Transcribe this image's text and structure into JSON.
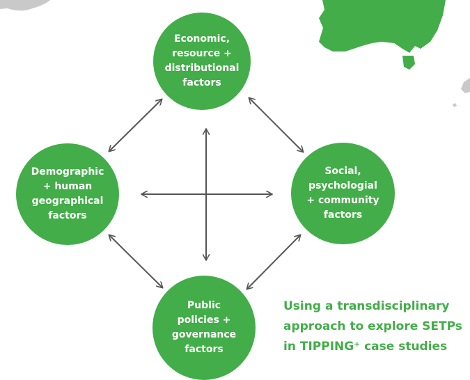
{
  "colors": {
    "node_fill": "#43ad49",
    "node_text": "#ffffff",
    "arrow": "#555555",
    "map_green": "#43ad49",
    "map_grey": "#c9c9c9",
    "caption": "#43ad49"
  },
  "nodes": {
    "top": "Economic,\nresource +\ndistributional\nfactors",
    "left": "Demographic\n+ human\ngeographical\nfactors",
    "right": "Social,\npsychologial\n+ community\nfactors",
    "bottom": "Public\npolicies +\ngovernance\nfactors"
  },
  "caption": "Using a transdisciplinary\napproach to explore SETPs\nin TIPPING⁺ case studies"
}
